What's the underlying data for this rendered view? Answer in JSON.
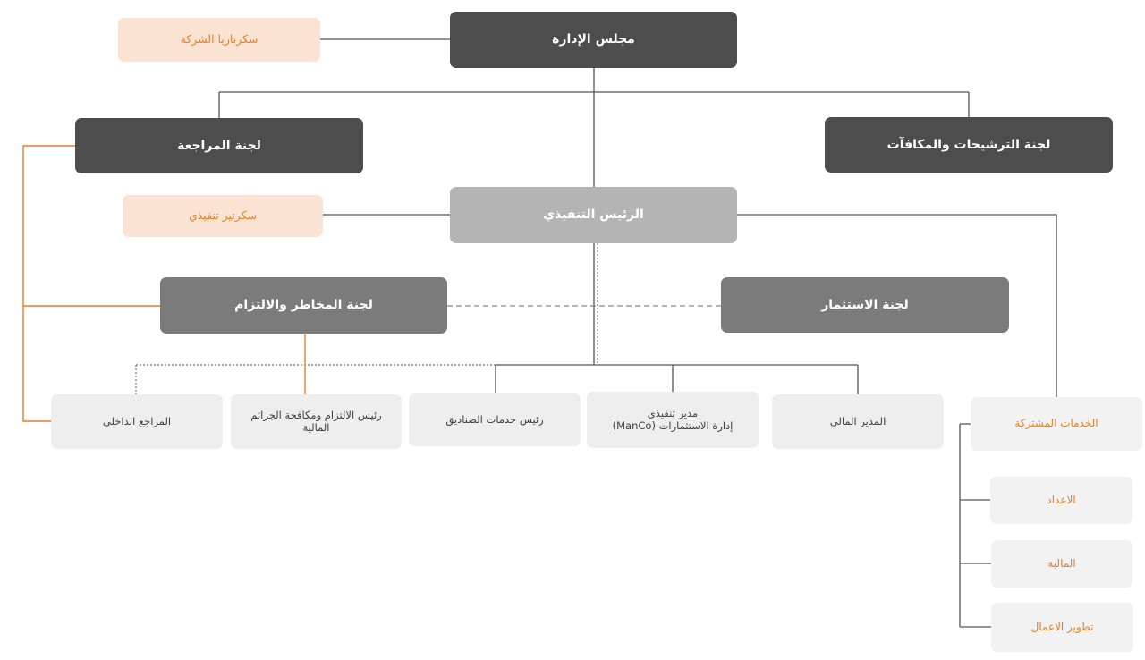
{
  "board": "مجلس الإدارة",
  "company_secretary": "سكرتاريا الشركة",
  "audit_committee": "لجنة المراجعة",
  "nominations_committee": "لجنة الترشيحات والمكافآت",
  "ceo": "الرئيس التنفيذي",
  "executive_secretary": "سكرتير تنفيذي",
  "risk_committee": "لجنة المخاطر والالتزام",
  "investment_committee": "لجنة الاستثمار",
  "internal_auditor": "المراجع الداخلي",
  "compliance_head": {
    "line1": "رئيس الالتزام ومكافحة الجرائم",
    "line2": "المالية"
  },
  "funds_head": "رئيس خدمات الصناديق",
  "manco_director": {
    "line1": "مدير تنفيذي",
    "line2": "إدارة الاستثمارات (ManCo)"
  },
  "cfo": "المدير المالي",
  "shared_services": {
    "title": "الخدمات المشتركة",
    "items": [
      "الاعداد",
      "المالية",
      "تطوير الاعمال"
    ]
  },
  "colors": {
    "dark": "#4d4d4d",
    "mid": "#7b7b7b",
    "light_gray": "#b4b4b4",
    "accent": "#e57f2c"
  }
}
